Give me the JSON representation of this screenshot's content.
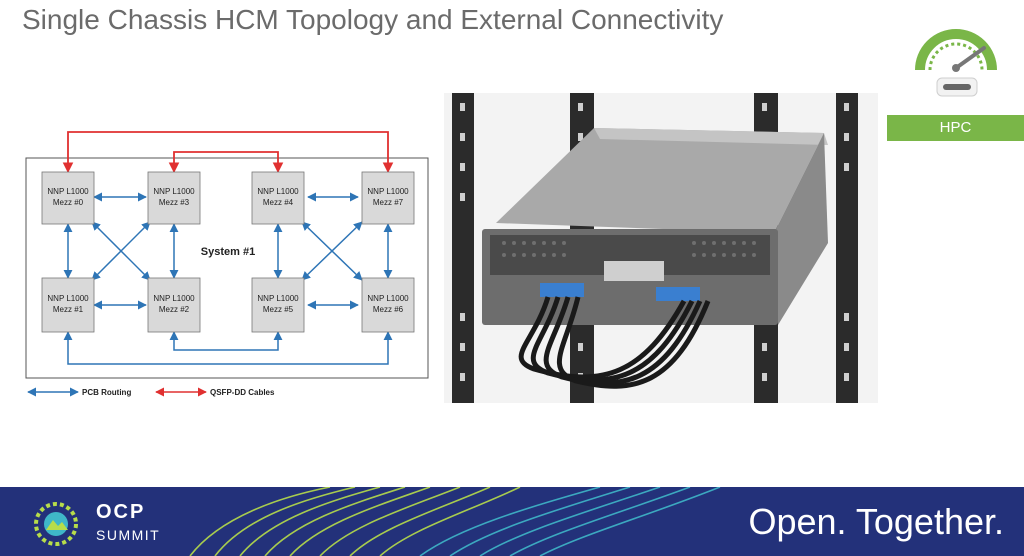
{
  "slide": {
    "title": "Single Chassis HCM Topology and External Connectivity",
    "badge": "HPC"
  },
  "diagram": {
    "system_label": "System #1",
    "nodes": [
      {
        "line1": "NNP L1000",
        "line2": "Mezz #0"
      },
      {
        "line1": "NNP L1000",
        "line2": "Mezz #3"
      },
      {
        "line1": "NNP L1000",
        "line2": "Mezz #4"
      },
      {
        "line1": "NNP L1000",
        "line2": "Mezz #7"
      },
      {
        "line1": "NNP L1000",
        "line2": "Mezz #1"
      },
      {
        "line1": "NNP L1000",
        "line2": "Mezz #2"
      },
      {
        "line1": "NNP L1000",
        "line2": "Mezz #5"
      },
      {
        "line1": "NNP L1000",
        "line2": "Mezz #6"
      }
    ],
    "legend": {
      "pcb": "PCB Routing",
      "qsfp": "QSFP-DD Cables"
    },
    "colors": {
      "pcb": "#2e75b6",
      "qsfp": "#e03030",
      "node_fill": "#d9d9d9"
    }
  },
  "footer": {
    "brand": "OCP",
    "event": "SUMMIT",
    "tagline": "Open. Together."
  }
}
